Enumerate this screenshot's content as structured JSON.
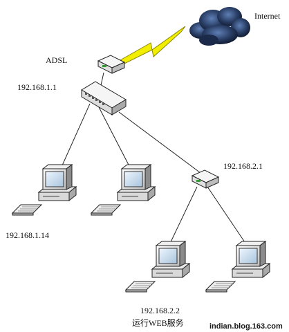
{
  "labels": {
    "internet": "Internet",
    "adsl": "ADSL",
    "switch_ip": "192.168.1.1",
    "router_ip": "192.168.2.1",
    "pc1_ip": "192.168.1.14",
    "pc3_ip": "192.168.2.2",
    "pc3_role": "运行WEB服务"
  },
  "watermark": "indian.blog.163.com",
  "colors": {
    "cloud": "#2a3f66",
    "lightning": "#f2ee00",
    "device_body": "#f2f2f2",
    "led": "#2e9b2e"
  }
}
